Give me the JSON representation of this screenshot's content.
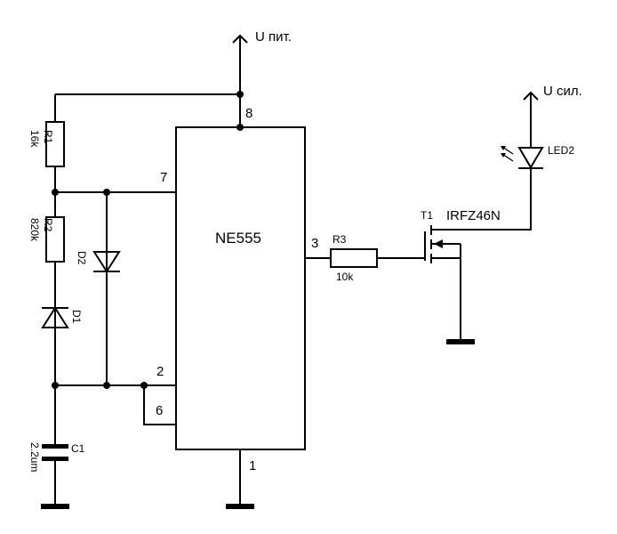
{
  "supply": {
    "vcc_label": "U пит.",
    "power_label": "U сил."
  },
  "ic": {
    "name": "NE555",
    "pins": {
      "p8": "8",
      "p7": "7",
      "p3": "3",
      "p2": "2",
      "p6": "6",
      "p1": "1"
    }
  },
  "resistors": {
    "r1": {
      "name": "R1",
      "value": "16k"
    },
    "r2": {
      "name": "R2",
      "value": "820k"
    },
    "r3": {
      "name": "R3",
      "value": "10k"
    }
  },
  "diodes": {
    "d1": "D1",
    "d2": "D2"
  },
  "capacitor": {
    "name": "C1",
    "value": "2.2um"
  },
  "transistor": {
    "name": "T1",
    "part": "IRFZ46N"
  },
  "led": {
    "name": "LED2"
  }
}
